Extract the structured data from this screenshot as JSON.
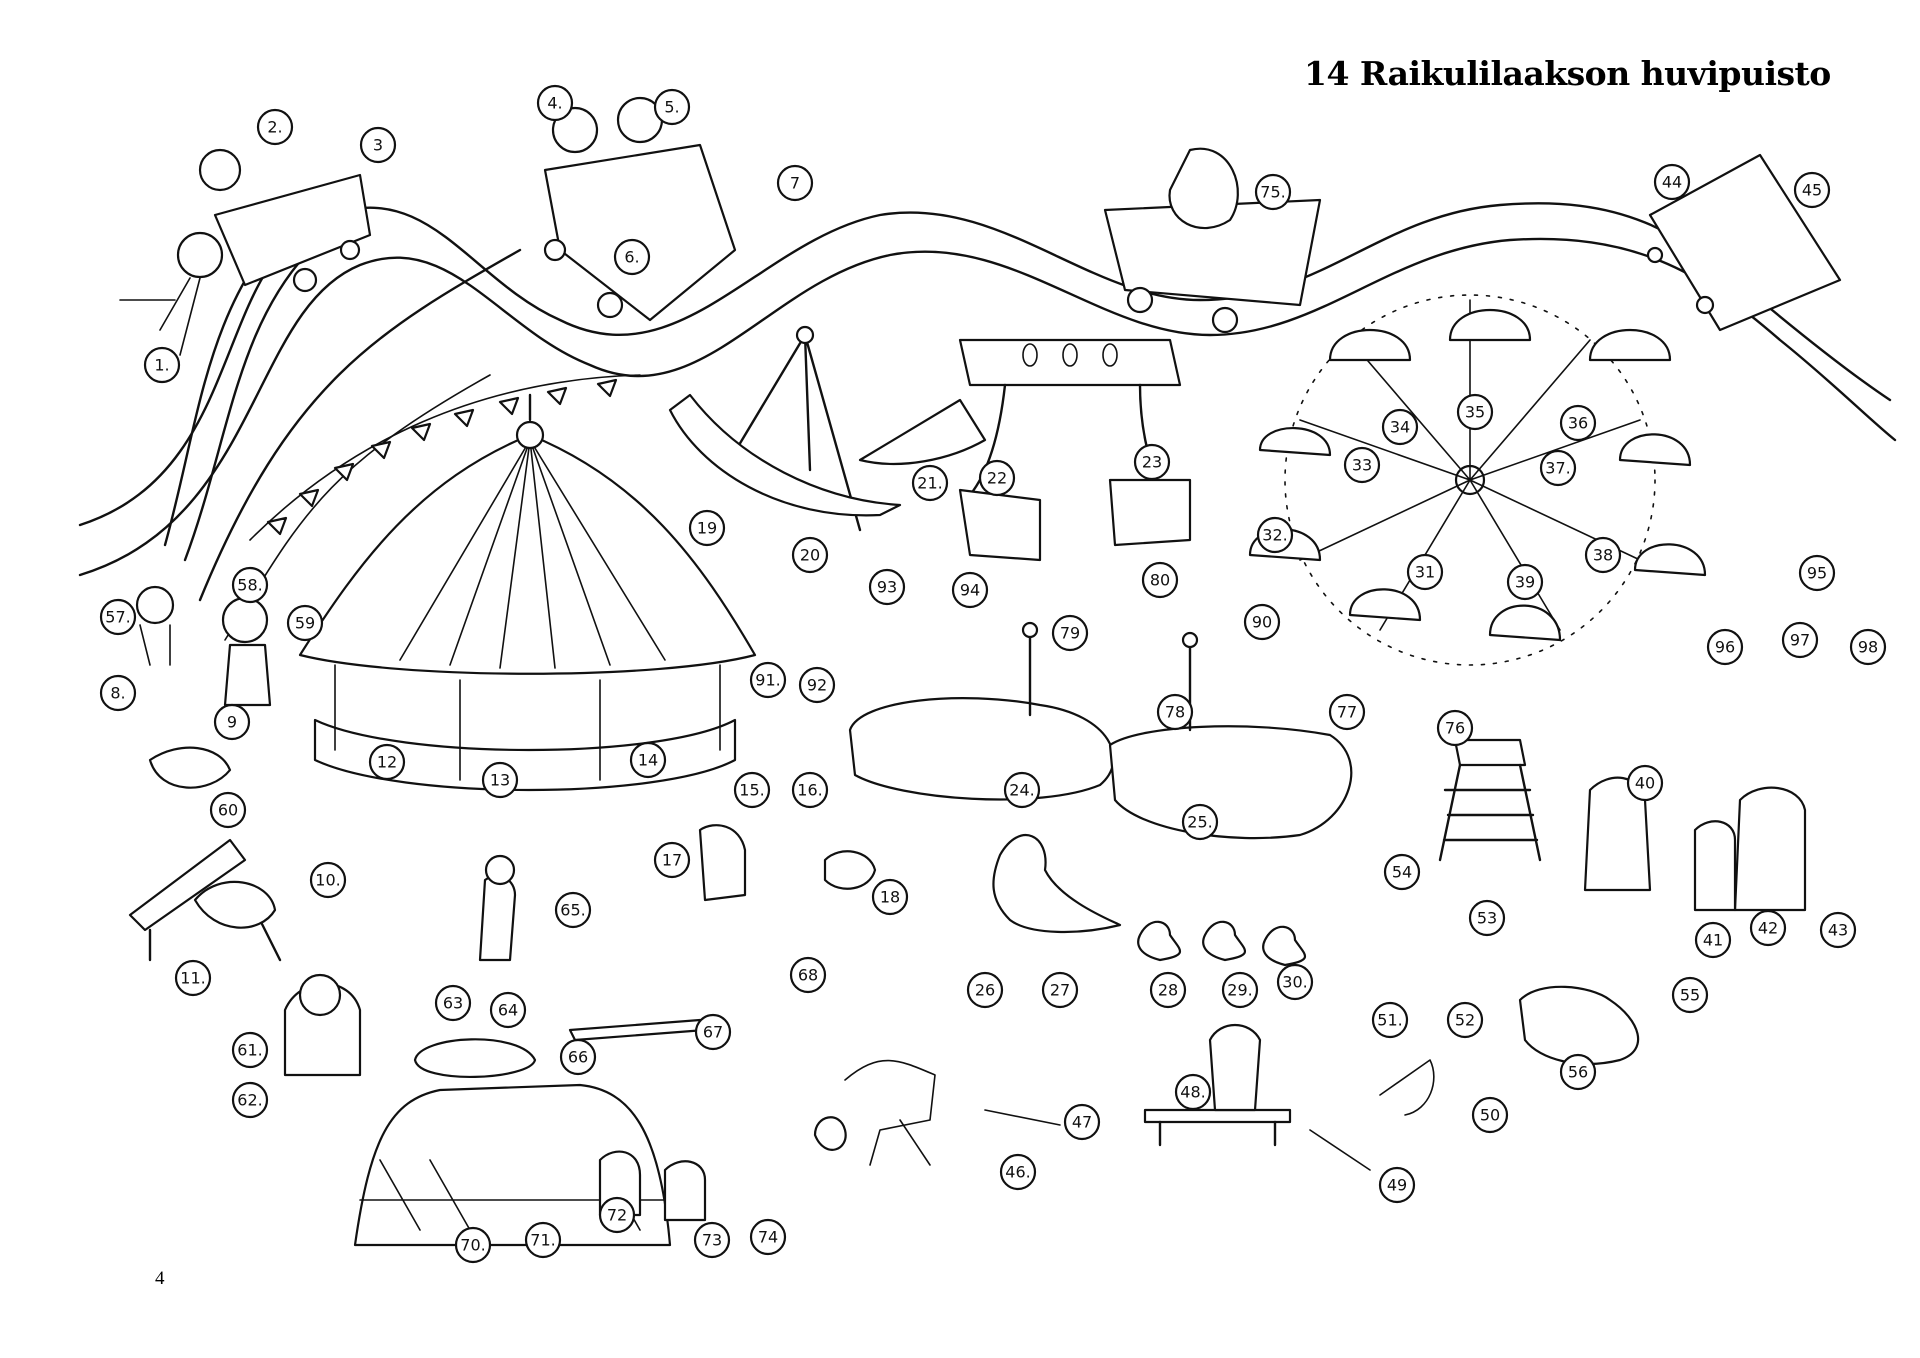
{
  "document": {
    "title": "14 Raikulilaakson huvipuisto",
    "page_number": "4"
  },
  "labels": [
    "1.",
    "2.",
    "3",
    "4.",
    "5.",
    "6.",
    "7",
    "8.",
    "9",
    "10.",
    "11.",
    "12",
    "13",
    "14",
    "15.",
    "16.",
    "17",
    "18",
    "19",
    "20",
    "21.",
    "22",
    "23",
    "24.",
    "25.",
    "26",
    "27",
    "28",
    "29.",
    "30.",
    "31",
    "32.",
    "33",
    "34",
    "35",
    "36",
    "37.",
    "38",
    "39",
    "40",
    "41",
    "42",
    "43",
    "44",
    "45",
    "46.",
    "47",
    "48.",
    "49",
    "50",
    "51.",
    "52",
    "53",
    "54",
    "55",
    "56",
    "57.",
    "58.",
    "59",
    "60",
    "61.",
    "62.",
    "63",
    "64",
    "65.",
    "66",
    "67",
    "68",
    "70.",
    "71.",
    "72",
    "73",
    "74",
    "75.",
    "76",
    "77",
    "78",
    "79",
    "80",
    "90",
    "91.",
    "92",
    "93",
    "94",
    "95",
    "96",
    "97",
    "98"
  ]
}
